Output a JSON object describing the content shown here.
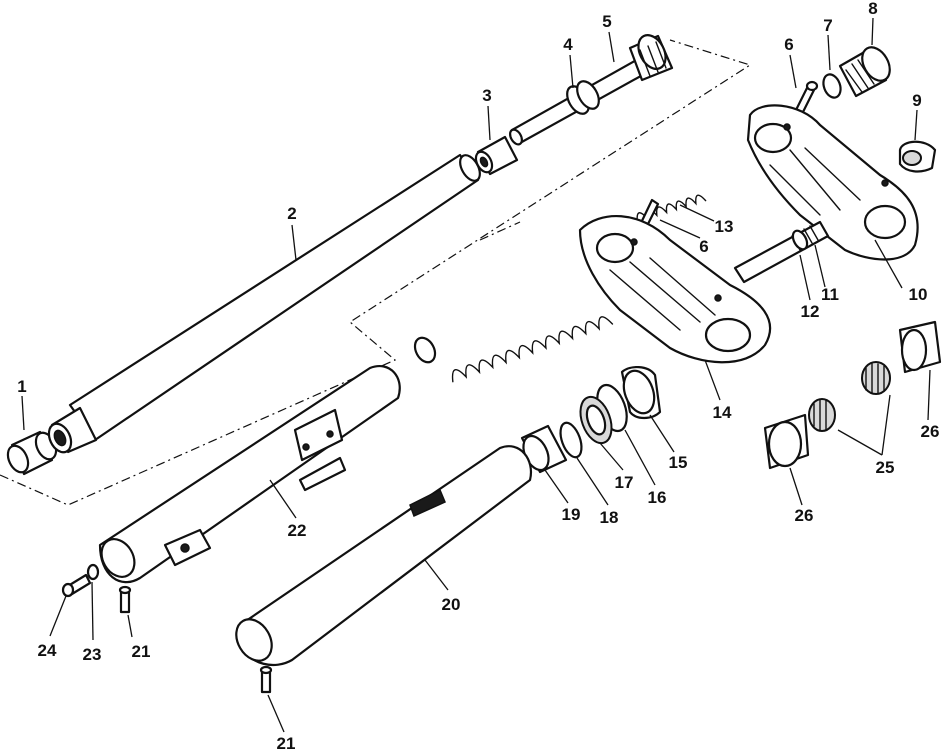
{
  "callouts": {
    "c1": "1",
    "c2": "2",
    "c3": "3",
    "c4": "4",
    "c5": "5",
    "c6a": "6",
    "c6b": "6",
    "c7": "7",
    "c8": "8",
    "c9": "9",
    "c10": "10",
    "c11": "11",
    "c12": "12",
    "c13": "13",
    "c14": "14",
    "c15": "15",
    "c16": "16",
    "c17": "17",
    "c18": "18",
    "c19": "19",
    "c20": "20",
    "c21a": "21",
    "c21b": "21",
    "c22": "22",
    "c23": "23",
    "c24": "24",
    "c25": "25",
    "c26a": "26",
    "c26b": "26"
  }
}
